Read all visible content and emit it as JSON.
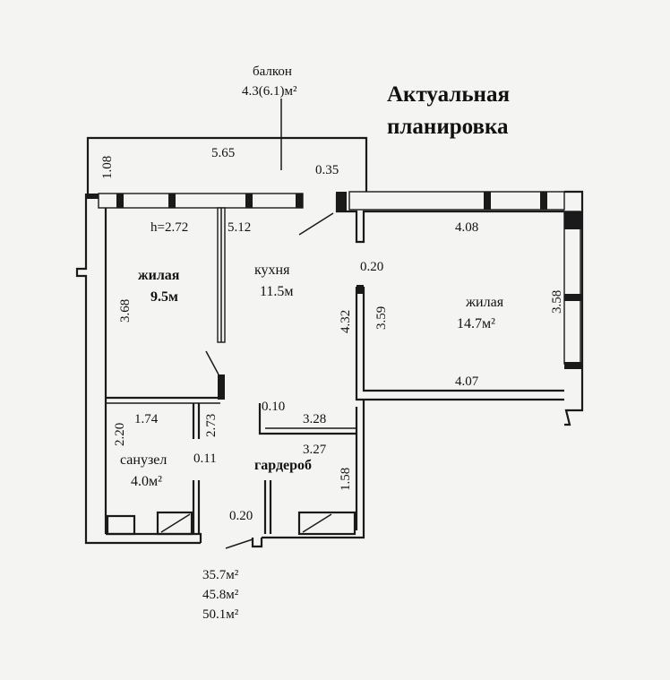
{
  "title": {
    "line1": "Актуальная",
    "line2": "планировка"
  },
  "balcony": {
    "name": "балкон",
    "area": "4.3(6.1)м²"
  },
  "rooms": {
    "living1": {
      "name": "жилая",
      "area": "9.5м"
    },
    "kitchen": {
      "name": "кухня",
      "area": "11.5м"
    },
    "living2": {
      "name": "жилая",
      "area": "14.7м²"
    },
    "bathroom": {
      "name": "санузел",
      "area": "4.0м²"
    },
    "wardrobe": {
      "name": "гардероб"
    }
  },
  "ceiling_height": "h=2.72",
  "dimensions": {
    "balcony_width": "5.65",
    "balcony_depth": "1.08",
    "kitchen_width": "5.12",
    "kitchen_wall_offset": "0.35",
    "living2_top": "4.08",
    "living2_bottom": "4.07",
    "living2_right": "3.58",
    "living2_left": "3.59",
    "partition_020_right": "0.20",
    "kitchen_right_wall": "4.32",
    "living1_left": "3.68",
    "bath_width": "1.74",
    "bath_depth": "2.20",
    "hall_depth": "2.73",
    "bath_wall": "0.11",
    "wardrobe_wall": "0.10",
    "wardrobe_top": "3.28",
    "wardrobe_bottom": "3.27",
    "wardrobe_depth": "1.58",
    "entrance_wall": "0.20"
  },
  "totals": [
    "35.7м²",
    "45.8м²",
    "50.1м²"
  ]
}
